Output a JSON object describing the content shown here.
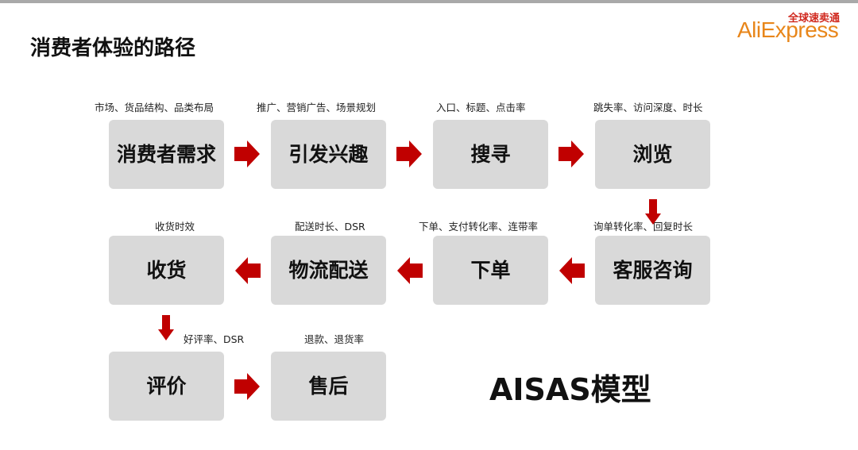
{
  "title": "消费者体验的路径",
  "logo": {
    "brand": "AliExpress",
    "tagline": "全球速卖通"
  },
  "steps": [
    {
      "label": "消费者需求",
      "note": "市场、货品结构、品类布局"
    },
    {
      "label": "引发兴趣",
      "note": "推广、营销广告、场景规划"
    },
    {
      "label": "搜寻",
      "note": "入口、标题、点击率"
    },
    {
      "label": "浏览",
      "note": "跳失率、访问深度、时长"
    },
    {
      "label": "客服咨询",
      "note": "询单转化率、回复时长"
    },
    {
      "label": "下单",
      "note": "下单、支付转化率、连带率"
    },
    {
      "label": "物流配送",
      "note": "配送时长、DSR"
    },
    {
      "label": "收货",
      "note": "收货时效"
    },
    {
      "label": "评价",
      "note": "好评率、DSR"
    },
    {
      "label": "售后",
      "note": "退款、退货率"
    }
  ],
  "model": "AISAS模型",
  "colors": {
    "arrow": "#c00000",
    "box": "#d9d9d9"
  }
}
